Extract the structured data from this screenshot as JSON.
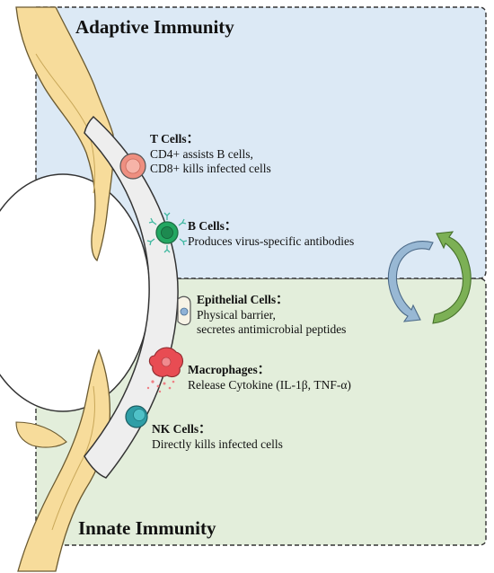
{
  "sections": {
    "adaptive_title": "Adaptive Immunity",
    "innate_title": "Innate Immunity"
  },
  "cells": {
    "t_cells": {
      "name": "T Cells：",
      "desc_line1": "CD4+ assists B cells,",
      "desc_line2": "CD8+ kills  infected cells"
    },
    "b_cells": {
      "name": "B Cells：",
      "desc_line1": "Produces virus-specific antibodies"
    },
    "epithelial_cells": {
      "name": "Epithelial  Cells：",
      "desc_line1": "Physical barrier,",
      "desc_line2": "secretes antimicrobial peptides"
    },
    "macrophages": {
      "name": "Macrophages：",
      "desc_line1": "Release Cytokine (IL-1β, TNF-α)"
    },
    "nk_cells": {
      "name": "NK Cells：",
      "desc_line1": "Directly kills  infected cells"
    }
  },
  "colors": {
    "adaptive_bg": "#dce9f5",
    "innate_bg": "#e3eedb",
    "eyelid": "#f7dc9b",
    "eyelid_outline": "#6b5a30",
    "tissue": "#eeeeee",
    "t_cell": "#ee8f80",
    "b_cell": "#23a761",
    "antibody": "#3fb8a0",
    "macrophage": "#e84c53",
    "nk_cell": "#2f9ea6",
    "cycle_blue": "#98b8d4",
    "cycle_green": "#7cb055"
  }
}
